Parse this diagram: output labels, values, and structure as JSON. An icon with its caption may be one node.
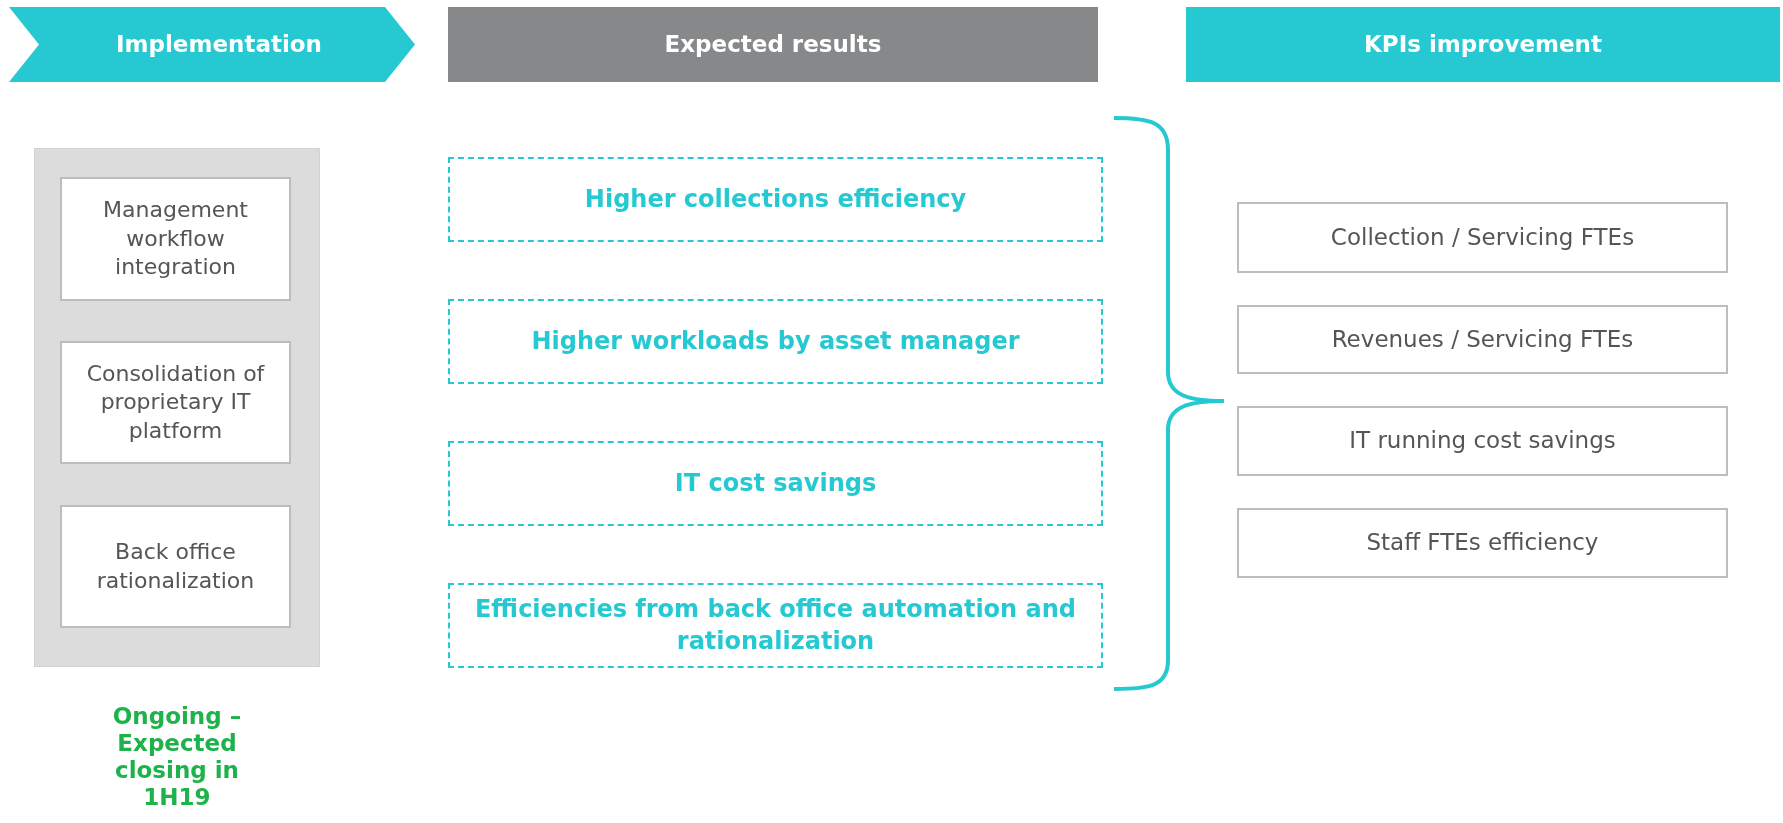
{
  "diagram": {
    "nodes": [
      {
        "text": [
          "Implementation"
        ]
      },
      {
        "text": [
          "Expected results"
        ]
      },
      {
        "text": [
          "KPIs improvement"
        ]
      },
      {
        "text": [],
        "shape": "box",
        "beside": [
          "Ongoing – Expected closing in 1H19"
        ]
      },
      {
        "text": [
          "Management workflow integration"
        ],
        "in": 3
      },
      {
        "text": [
          "Consolidation of proprietary IT platform"
        ],
        "in": 3
      },
      {
        "text": [
          "Back office rationalization"
        ],
        "in": 3
      },
      {
        "text": [
          "Higher collections efficiency"
        ]
      },
      {
        "text": [
          "Higher workloads by asset manager"
        ]
      },
      {
        "text": [
          "IT cost savings"
        ]
      },
      {
        "text": [
          "Efficiencies from back office automation and rationalization"
        ]
      },
      {
        "text": [
          "Collection / Servicing FTEs"
        ]
      },
      {
        "text": [
          "Revenues / Servicing FTEs"
        ]
      },
      {
        "text": [
          "IT running cost savings"
        ]
      },
      {
        "text": [
          "Staff FTEs efficiency"
        ]
      }
    ]
  }
}
